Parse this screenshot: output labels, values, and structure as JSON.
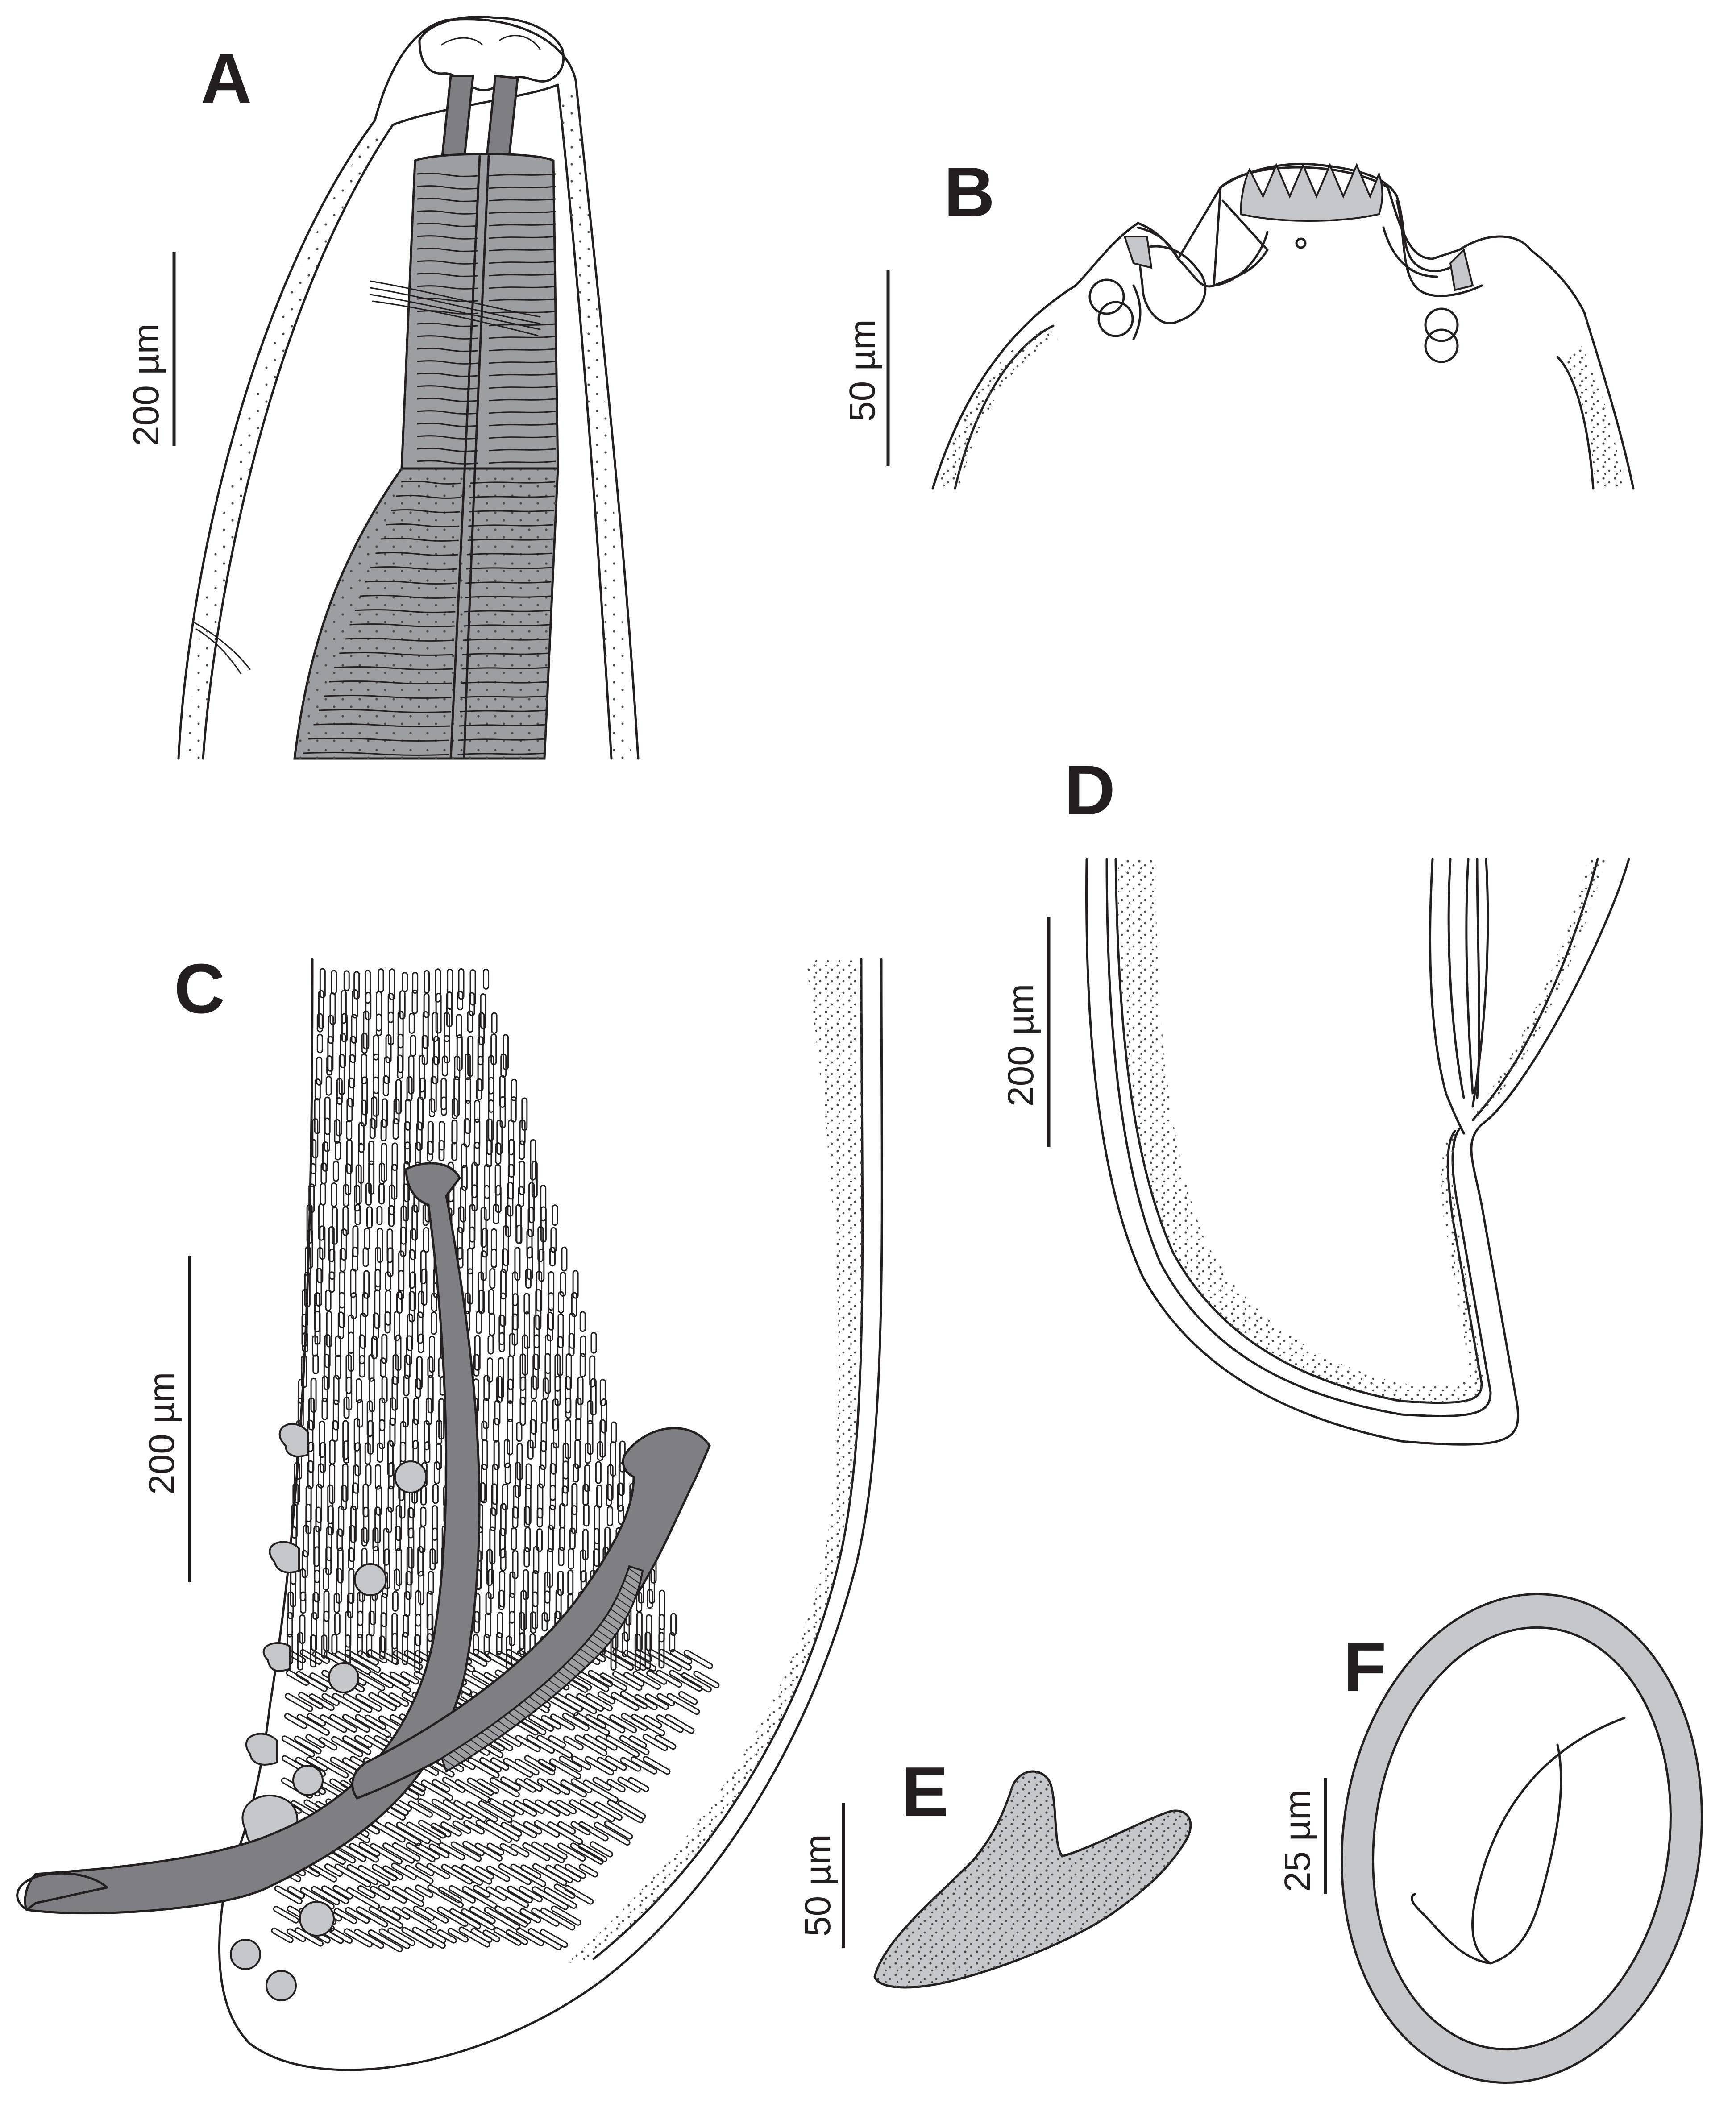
{
  "panels": [
    {
      "id": "A",
      "label": "A",
      "scale_bar": "200 µm"
    },
    {
      "id": "B",
      "label": "B",
      "scale_bar": "50 µm"
    },
    {
      "id": "C",
      "label": "C",
      "scale_bar": "200 µm"
    },
    {
      "id": "D",
      "label": "D",
      "scale_bar": "200 µm"
    },
    {
      "id": "E",
      "label": "E",
      "scale_bar": "50 µm"
    },
    {
      "id": "F",
      "label": "F",
      "scale_bar": "25 µm"
    }
  ],
  "colors": {
    "ink": "#231f20",
    "light_fill": "#c6c7cb",
    "mid_fill": "#9d9ea2",
    "dark_fill": "#7f7e83",
    "stipple": "#4a4a4a"
  }
}
